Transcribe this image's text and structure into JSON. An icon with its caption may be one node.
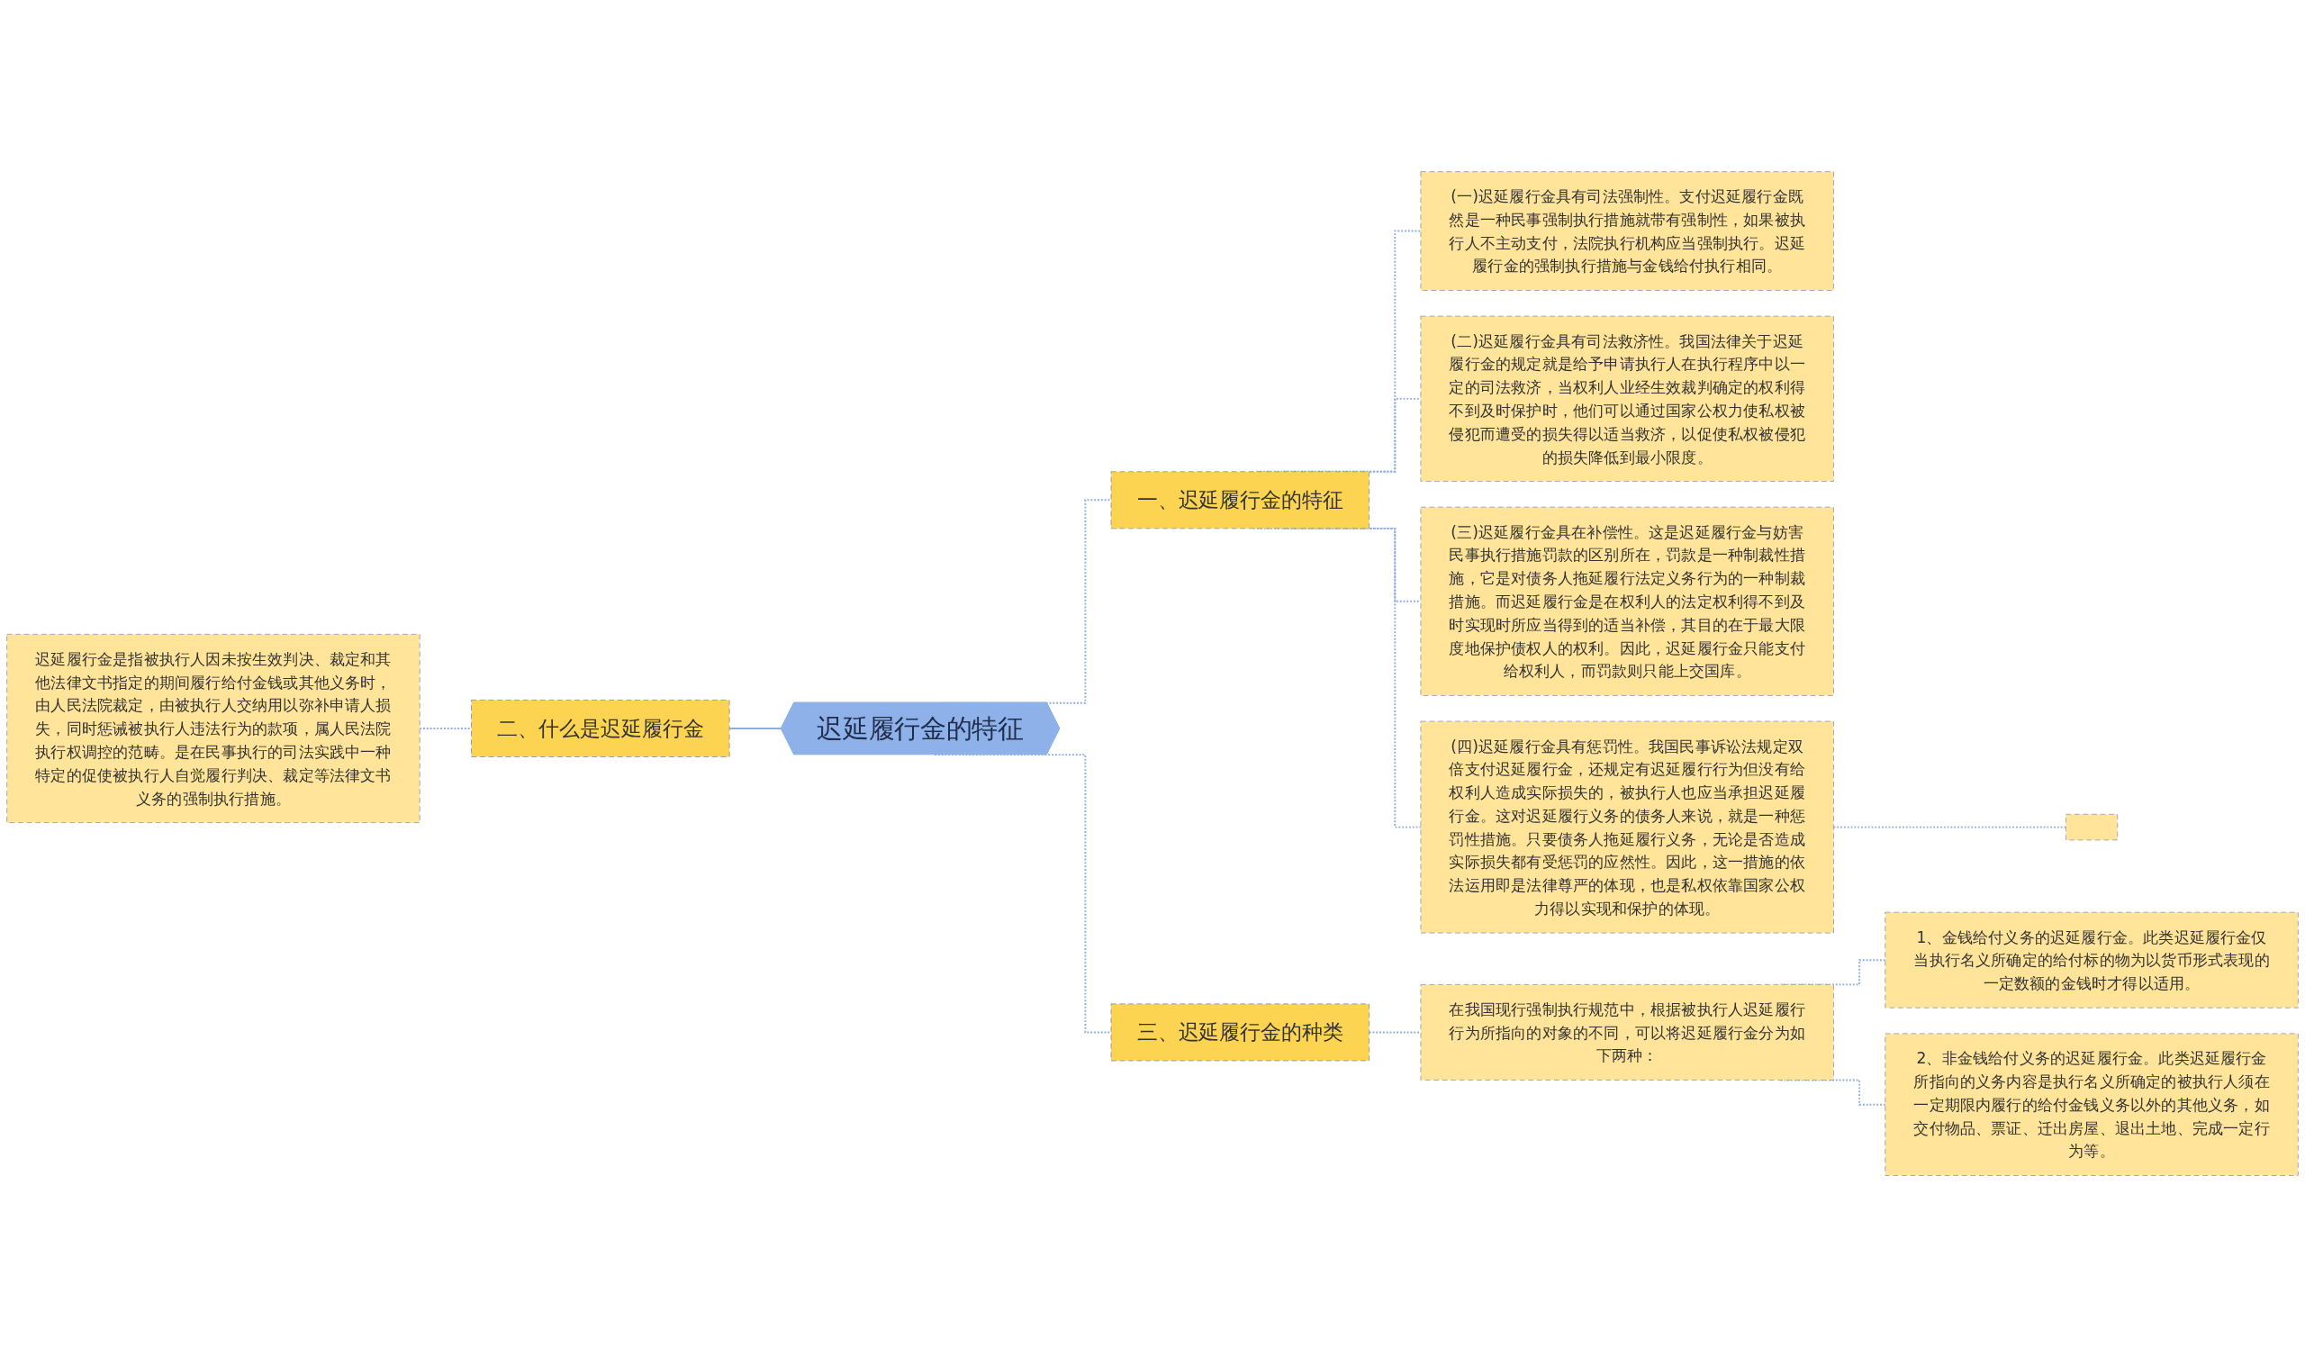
{
  "diagram": {
    "nodes": [
      {
        "text": [
          "迟延履行金的特征"
        ]
      },
      {
        "text": [
          "一、迟延履行金的特征"
        ]
      },
      {
        "text": [
          "(一)迟延履行金具有司法强制性。支付迟延履行金既然是一种民事强制执行措施就带有强制性，如果被执行人不主动支付，法院执行机构应当强制执行。迟延履行金的强制执行措施与金钱给付执行相同。"
        ]
      },
      {
        "text": [
          "(二)迟延履行金具有司法救济性。我国法律关于迟延履行金的规定就是给予申请执行人在执行程序中以一定的司法救济，当权利人业经生效裁判确定的权利得不到及时保护时，他们可以通过国家公权力使私权被侵犯而遭受的损失得以适当救济，以促使私权被侵犯的损失降低到最小限度。"
        ]
      },
      {
        "text": [
          "(三)迟延履行金具在补偿性。这是迟延履行金与妨害民事执行措施罚款的区别所在，罚款是一种制裁性措施，它是对债务人拖延履行法定义务行为的一种制裁措施。而迟延履行金是在权利人的法定权利得不到及时实现时所应当得到的适当补偿，其目的在于最大限度地保护债权人的权利。因此，迟延履行金只能支付给权利人，而罚款则只能上交国库。"
        ]
      },
      {
        "text": [
          "(四)迟延履行金具有惩罚性。我国民事诉讼法规定双倍支付迟延履行金，还规定有迟延履行行为但没有给权利人造成实际损失的，被执行人也应当承担迟延履行金。这对迟延履行义务的债务人来说，就是一种惩罚性措施。只要债务人拖延履行义务，无论是否造成实际损失都有受惩罚的应然性。因此，这一措施的依法运用即是法律尊严的体现，也是私权依靠国家公权力得以实现和保护的体现。"
        ]
      },
      {
        "text": [],
        "shape": "box"
      },
      {
        "text": [
          "二、什么是迟延履行金"
        ]
      },
      {
        "text": [
          "迟延履行金是指被执行人因未按生效判决、裁定和其他法律文书指定的期间履行给付金钱或其他义务时，由人民法院裁定，由被执行人交纳用以弥补申请人损失，同时惩诫被执行人违法行为的款项，属人民法院执行权调控的范畴。是在民事执行的司法实践中一种特定的促使被执行人自觉履行判决、裁定等法律文书义务的强制执行措施。"
        ]
      },
      {
        "text": [
          "三、迟延履行金的种类"
        ]
      },
      {
        "text": [
          "在我国现行强制执行规范中，根据被执行人迟延履行行为所指向的对象的不同，可以将迟延履行金分为如下两种："
        ]
      },
      {
        "text": [
          "1、金钱给付义务的迟延履行金。此类迟延履行金仅当执行名义所确定的给付标的物为以货币形式表现的一定数额的金钱时才得以适用。"
        ]
      },
      {
        "text": [
          "2、非金钱给付义务的迟延履行金。此类迟延履行金所指向的义务内容是执行名义所确定的被执行人须在一定期限内履行的给付金钱义务以外的其他义务，如交付物品、票证、迁出房屋、退出土地、完成一定行为等。"
        ]
      }
    ],
    "edges": [
      {
        "from": 0,
        "to": 1,
        "arrow": "none",
        "style": "dashed"
      },
      {
        "from": 1,
        "to": 2,
        "arrow": "none",
        "style": "dashed"
      },
      {
        "from": 1,
        "to": 3,
        "arrow": "none",
        "style": "dashed"
      },
      {
        "from": 1,
        "to": 4,
        "arrow": "none",
        "style": "dashed"
      },
      {
        "from": 1,
        "to": 5,
        "arrow": "none",
        "style": "dashed"
      },
      {
        "from": 5,
        "to": 6,
        "arrow": "none",
        "style": "dashed"
      },
      {
        "from": 7,
        "to": 0,
        "arrow": "none"
      },
      {
        "from": 8,
        "to": 7,
        "arrow": "none",
        "style": "dashed"
      },
      {
        "from": 0,
        "to": 9,
        "arrow": "none",
        "style": "dashed"
      },
      {
        "from": 9,
        "to": 10,
        "arrow": "none",
        "style": "dashed"
      },
      {
        "from": 10,
        "to": 11,
        "arrow": "none",
        "style": "dashed"
      },
      {
        "from": 10,
        "to": 12,
        "arrow": "none",
        "style": "dashed"
      }
    ]
  }
}
